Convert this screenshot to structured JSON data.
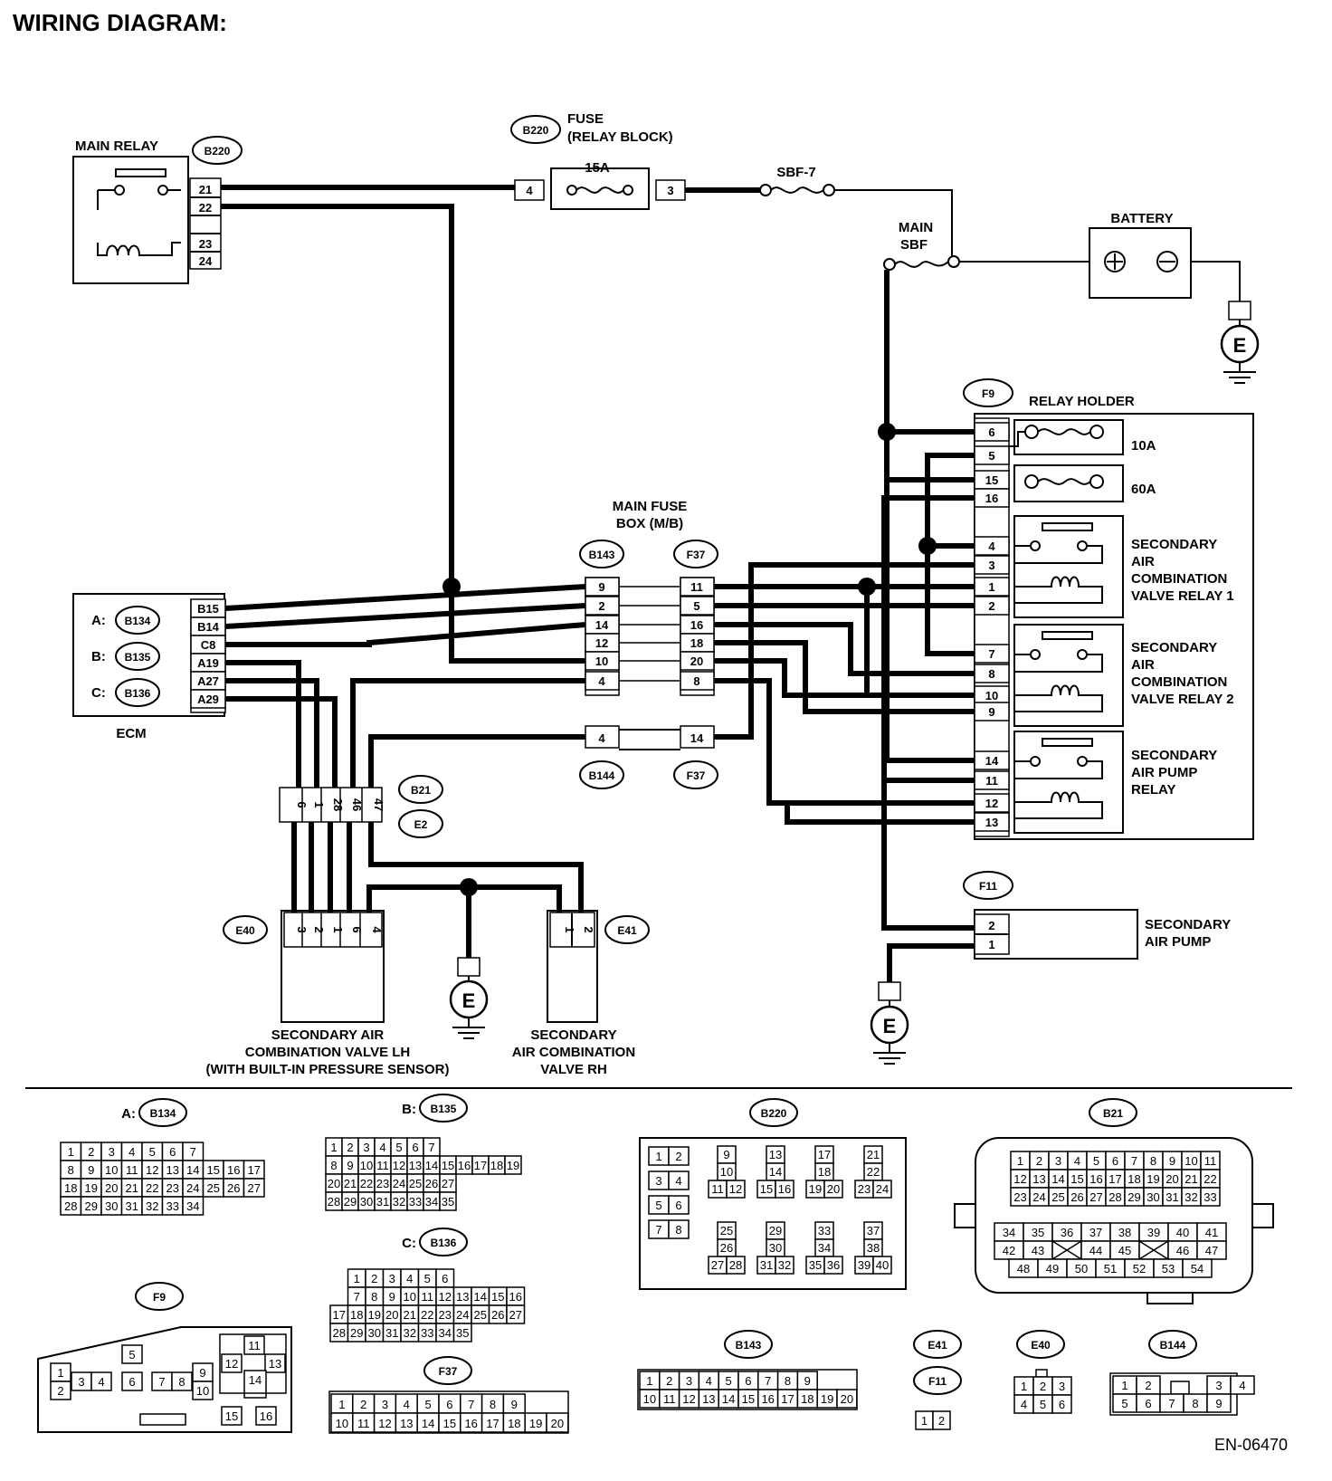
{
  "title": "WIRING DIAGRAM:",
  "doc_code": "EN-06470",
  "components": {
    "main_relay": "MAIN RELAY",
    "fuse": "FUSE",
    "fuse_sub": "(RELAY BLOCK)",
    "fuse_rating": "15A",
    "sbf7": "SBF-7",
    "main_sbf_1": "MAIN",
    "main_sbf_2": "SBF",
    "battery": "BATTERY",
    "relay_holder": "RELAY HOLDER",
    "fuse_10a": "10A",
    "fuse_60a": "60A",
    "main_fuse_box_1": "MAIN FUSE",
    "main_fuse_box_2": "BOX (M/B)",
    "ecm": "ECM",
    "relay1": [
      "SECONDARY",
      "AIR",
      "COMBINATION",
      "VALVE RELAY 1"
    ],
    "relay2": [
      "SECONDARY",
      "AIR",
      "COMBINATION",
      "VALVE RELAY 2"
    ],
    "pump_relay": [
      "SECONDARY",
      "AIR PUMP",
      "RELAY"
    ],
    "air_pump": [
      "SECONDARY",
      "AIR PUMP"
    ],
    "valve_lh": [
      "SECONDARY AIR",
      "COMBINATION VALVE LH",
      "(WITH BUILT-IN PRESSURE SENSOR)"
    ],
    "valve_rh": [
      "SECONDARY",
      "AIR COMBINATION",
      "VALVE RH"
    ],
    "ground": "E"
  },
  "connectors": {
    "b220": "B220",
    "b134": "B134",
    "b135": "B135",
    "b136": "B136",
    "b143": "B143",
    "b144": "B144",
    "f37": "F37",
    "f9": "F9",
    "f11": "F11",
    "b21": "B21",
    "e2": "E2",
    "e40": "E40",
    "e41": "E41",
    "prefix_a": "A:",
    "prefix_b": "B:",
    "prefix_c": "C:"
  },
  "pins": {
    "relay_b220": [
      "21",
      "22",
      "",
      "23",
      "24"
    ],
    "fuse_in": "4",
    "fuse_out": "3",
    "ecm": [
      "B15",
      "B14",
      "C8",
      "A19",
      "A27",
      "A29"
    ],
    "b143": [
      "9",
      "2",
      "14",
      "12",
      "10",
      "4"
    ],
    "f37": [
      "11",
      "5",
      "16",
      "18",
      "20",
      "8"
    ],
    "b144": "4",
    "f37_lower": "14",
    "f9": [
      "6",
      "5",
      "15",
      "16",
      "4",
      "3",
      "1",
      "2",
      "7",
      "8",
      "10",
      "9",
      "14",
      "11",
      "12",
      "13"
    ],
    "b21": [
      "6",
      "1",
      "28",
      "46",
      "47"
    ],
    "e40": [
      "3",
      "2",
      "1",
      "6",
      "4"
    ],
    "e41": [
      "1",
      "2"
    ],
    "f11": [
      "2",
      "1"
    ]
  },
  "connector_faces": {
    "b134": [
      [
        "1",
        "2",
        "3",
        "4",
        "5",
        "6",
        "7"
      ],
      [
        "8",
        "9",
        "10",
        "11",
        "12",
        "13",
        "14",
        "15",
        "16",
        "17"
      ],
      [
        "18",
        "19",
        "20",
        "21",
        "22",
        "23",
        "24",
        "25",
        "26",
        "27"
      ],
      [
        "28",
        "29",
        "30",
        "31",
        "32",
        "33",
        "34"
      ]
    ],
    "b135": [
      [
        "1",
        "2",
        "3",
        "4",
        "5",
        "6",
        "7"
      ],
      [
        "8",
        "9",
        "10",
        "11",
        "12",
        "13",
        "14",
        "15",
        "16",
        "17",
        "18",
        "19"
      ],
      [
        "20",
        "21",
        "22",
        "23",
        "24",
        "25",
        "26",
        "27"
      ],
      [
        "28",
        "29",
        "30",
        "31",
        "32",
        "33",
        "34",
        "35"
      ]
    ],
    "b136": [
      [
        "1",
        "2",
        "3",
        "4",
        "5",
        "6"
      ],
      [
        "7",
        "8",
        "9",
        "10",
        "11",
        "12",
        "13",
        "14",
        "15",
        "16"
      ],
      [
        "17",
        "18",
        "19",
        "20",
        "21",
        "22",
        "23",
        "24",
        "25",
        "26",
        "27"
      ],
      [
        "28",
        "29",
        "30",
        "31",
        "32",
        "33",
        "34",
        "35"
      ]
    ],
    "f37": [
      [
        "1",
        "2",
        "3",
        "4",
        "5",
        "6",
        "7",
        "8",
        "9"
      ],
      [
        "10",
        "11",
        "12",
        "13",
        "14",
        "15",
        "16",
        "17",
        "18",
        "19",
        "20"
      ]
    ],
    "b220_left": [
      "1",
      "2",
      "3",
      "4",
      "5",
      "6",
      "7",
      "8"
    ],
    "b220_top": [
      [
        "9",
        "10",
        "11",
        "12"
      ],
      [
        "13",
        "14",
        "15",
        "16"
      ],
      [
        "17",
        "18",
        "19",
        "20"
      ],
      [
        "21",
        "22",
        "23",
        "24"
      ]
    ],
    "b220_bottom": [
      [
        "25",
        "26",
        "27",
        "28"
      ],
      [
        "29",
        "30",
        "31",
        "32"
      ],
      [
        "33",
        "34",
        "35",
        "36"
      ],
      [
        "37",
        "38",
        "39",
        "40"
      ]
    ],
    "b143": [
      [
        "1",
        "2",
        "3",
        "4",
        "5",
        "6",
        "7",
        "8",
        "9"
      ],
      [
        "10",
        "11",
        "12",
        "13",
        "14",
        "15",
        "16",
        "17",
        "18",
        "19",
        "20"
      ]
    ],
    "b21": [
      [
        "1",
        "2",
        "3",
        "4",
        "5",
        "6",
        "7",
        "8",
        "9",
        "10",
        "11"
      ],
      [
        "12",
        "13",
        "14",
        "15",
        "16",
        "17",
        "18",
        "19",
        "20",
        "21",
        "22"
      ],
      [
        "23",
        "24",
        "25",
        "26",
        "27",
        "28",
        "29",
        "30",
        "31",
        "32",
        "33"
      ],
      [
        "34",
        "35",
        "36",
        "37",
        "38",
        "39",
        "40",
        "41"
      ],
      [
        "42",
        "43",
        "44",
        "45",
        "46",
        "47"
      ],
      [
        "48",
        "49",
        "50",
        "51",
        "52",
        "53",
        "54"
      ]
    ],
    "f9": [
      "1",
      "2",
      "3",
      "4",
      "5",
      "6",
      "7",
      "8",
      "9",
      "10",
      "11",
      "12",
      "13",
      "14",
      "15",
      "16"
    ],
    "e41_f11": [
      "1",
      "2"
    ],
    "e40": [
      [
        "1",
        "2",
        "3"
      ],
      [
        "4",
        "5",
        "6"
      ]
    ],
    "b144": [
      [
        "1",
        "2",
        "3",
        "4"
      ],
      [
        "5",
        "6",
        "7",
        "8",
        "9"
      ]
    ]
  },
  "colors": {
    "line": "#000000",
    "background": "#ffffff"
  }
}
